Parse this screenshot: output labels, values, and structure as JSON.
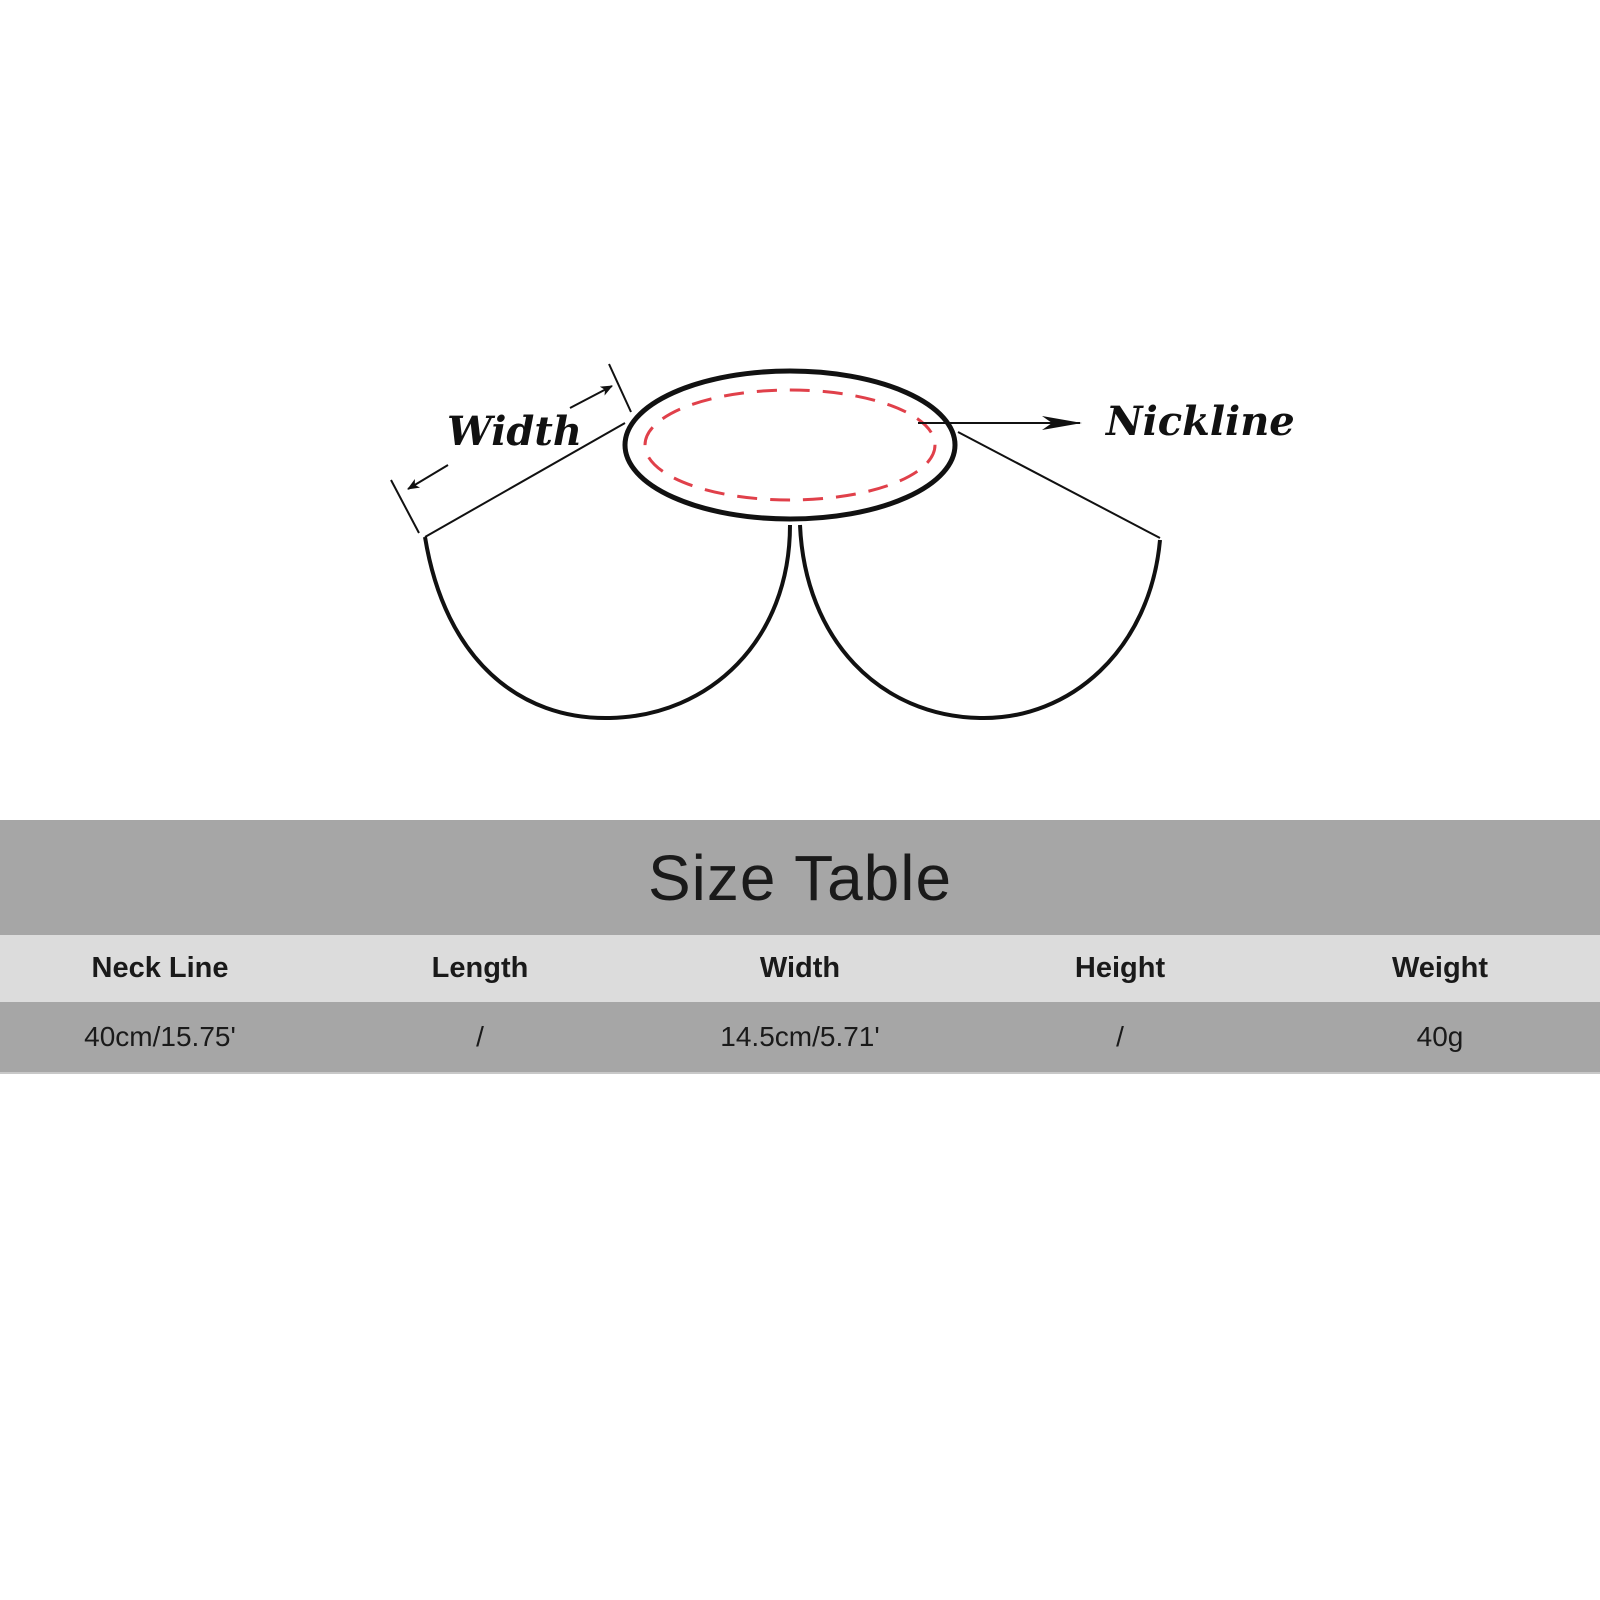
{
  "diagram": {
    "width_label": "Width",
    "neckline_label": "Nickline"
  },
  "table": {
    "title": "Size Table",
    "headers": [
      "Neck Line",
      "Length",
      "Width",
      "Height",
      "Weight"
    ],
    "values": [
      "40cm/15.75'",
      "/",
      "14.5cm/5.71'",
      "/",
      "40g"
    ]
  },
  "colors": {
    "outline": "#111111",
    "dashed_neckline": "#e0404a",
    "title_bar": "#a6a6a6",
    "header_row": "#dcdcdc",
    "value_row": "#a6a6a6"
  }
}
